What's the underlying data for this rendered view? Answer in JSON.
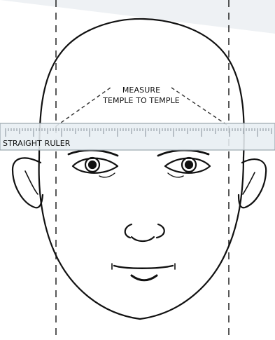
{
  "diagram": {
    "callout": {
      "line1": "MEASURE",
      "line2": "TEMPLE TO TEMPLE"
    },
    "ruler": {
      "label": "STRAIGHT RULER"
    },
    "colors": {
      "ink": "#111111",
      "ruler_fill": "#e7eef3",
      "ruler_edge": "#9aa6ae",
      "banner": "#eef1f4",
      "tick": "#6b7680"
    }
  }
}
